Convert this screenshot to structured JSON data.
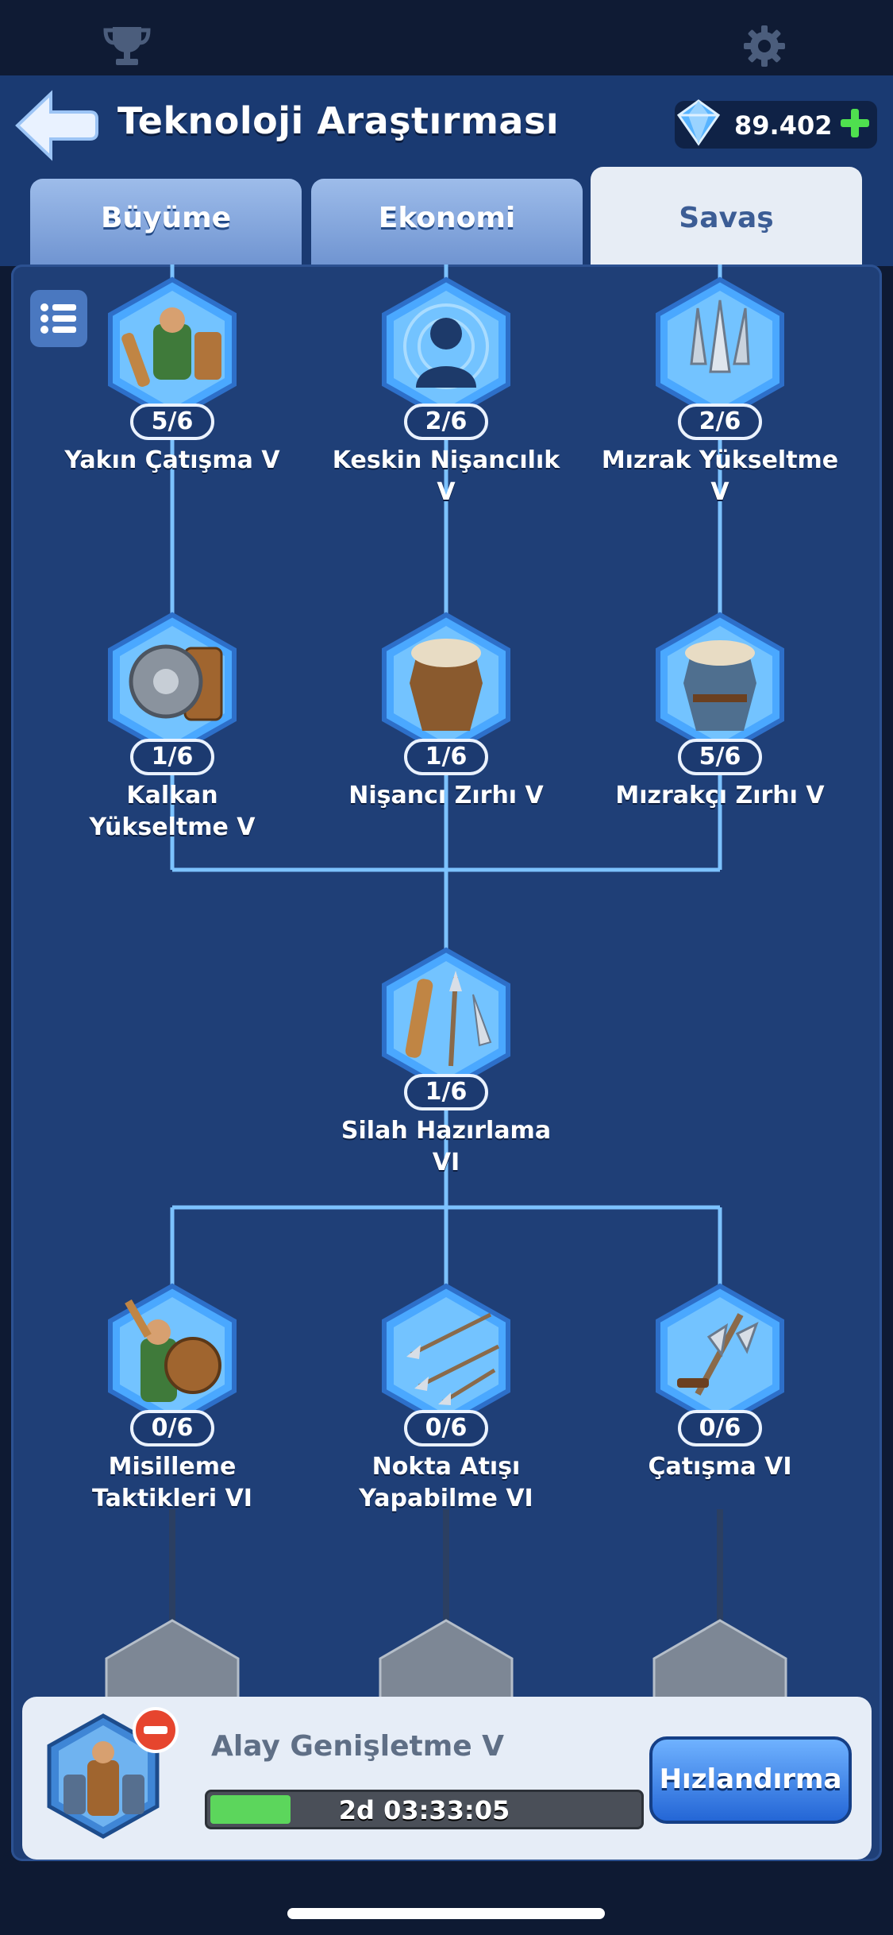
{
  "header": {
    "title": "Teknoloji Araştırması",
    "gems": "89.402"
  },
  "tabs": [
    {
      "label": "Büyüme"
    },
    {
      "label": "Ekonomi"
    },
    {
      "label": "Savaş"
    }
  ],
  "active_tab": "Savaş",
  "nodes": [
    {
      "label": "Yakın Çatışma V",
      "level": "5/6"
    },
    {
      "label": "Keskin Nişancılık V",
      "level": "2/6"
    },
    {
      "label": "Mızrak Yükseltme V",
      "level": "2/6"
    },
    {
      "label": "Kalkan Yükseltme V",
      "level": "1/6"
    },
    {
      "label": "Nişancı Zırhı V",
      "level": "1/6"
    },
    {
      "label": "Mızrakçı Zırhı V",
      "level": "5/6"
    },
    {
      "label": "Silah Hazırlama VI",
      "level": "1/6"
    },
    {
      "label": "Misilleme Taktikleri VI",
      "level": "0/6"
    },
    {
      "label": "Nokta Atışı Yapabilme VI",
      "level": "0/6"
    },
    {
      "label": "Çatışma VI",
      "level": "0/6"
    }
  ],
  "research": {
    "name": "Alay Genişletme V",
    "timer": "2d 03:33:05",
    "progress": 0.2,
    "speedup_label": "Hızlandırma"
  },
  "colors": {
    "panel": "#1f3f77",
    "line": "#7cc2ff",
    "hex": "#4aa8ff",
    "progress": "#5cd65c"
  }
}
